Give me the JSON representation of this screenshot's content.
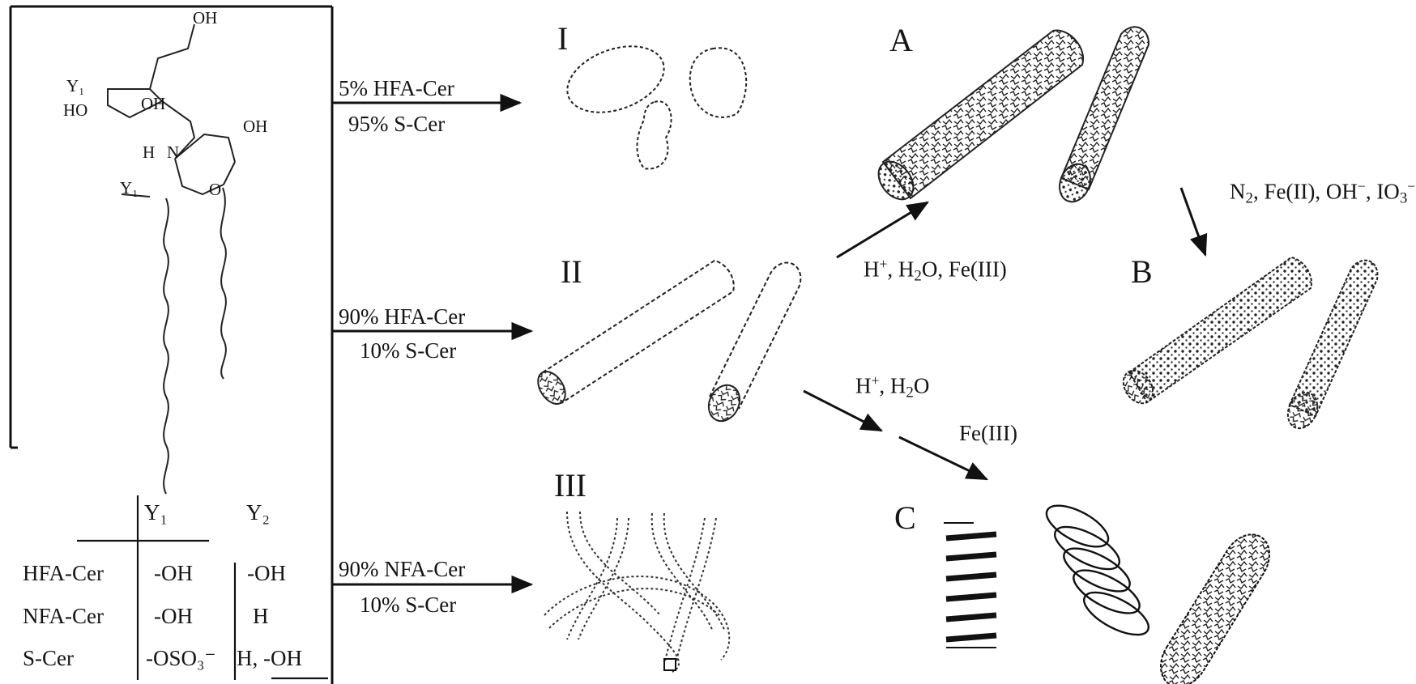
{
  "structure": {
    "atoms": [
      "OH",
      "Y₁",
      "HO",
      "OH",
      "OH",
      "H",
      "N",
      "Y₁",
      "O"
    ]
  },
  "table": {
    "col1": "Y₁",
    "col2": "Y₂",
    "rows": [
      {
        "name": "HFA-Cer",
        "y1": "-OH",
        "y2": "-OH"
      },
      {
        "name": "NFA-Cer",
        "y1": "-OH",
        "y2": "H"
      },
      {
        "name": "S-Cer",
        "y1": "-OSO₃⁻",
        "y2": "H, -OH"
      }
    ]
  },
  "routes": [
    {
      "top": "5% HFA-Cer",
      "bottom": "95% S-Cer"
    },
    {
      "top": "90% HFA-Cer",
      "bottom": "10% S-Cer"
    },
    {
      "top": "90% NFA-Cer",
      "bottom": "10% S-Cer"
    }
  ],
  "morphologies": {
    "i": "I",
    "ii": "II",
    "iii": "III",
    "a": "A",
    "b": "B",
    "c": "C"
  },
  "conditions": {
    "to_a_main": "H",
    "to_a_sup": "+",
    "to_a_mid": ", H",
    "to_a_sub": "2",
    "to_a_end": "O, Fe(III)",
    "to_b_start": "N",
    "to_b_sub": "2",
    "to_b_mid": ", Fe(II), OH",
    "to_b_sup": "−",
    "to_b_mid2": ", IO",
    "to_b_sub2": "3",
    "to_b_sup2": "−",
    "to_c_main": "H",
    "to_c_sup": "+",
    "to_c_mid": ", H",
    "to_c_sub": "2",
    "to_c_end": "O",
    "to_c_second": "Fe(III)"
  }
}
